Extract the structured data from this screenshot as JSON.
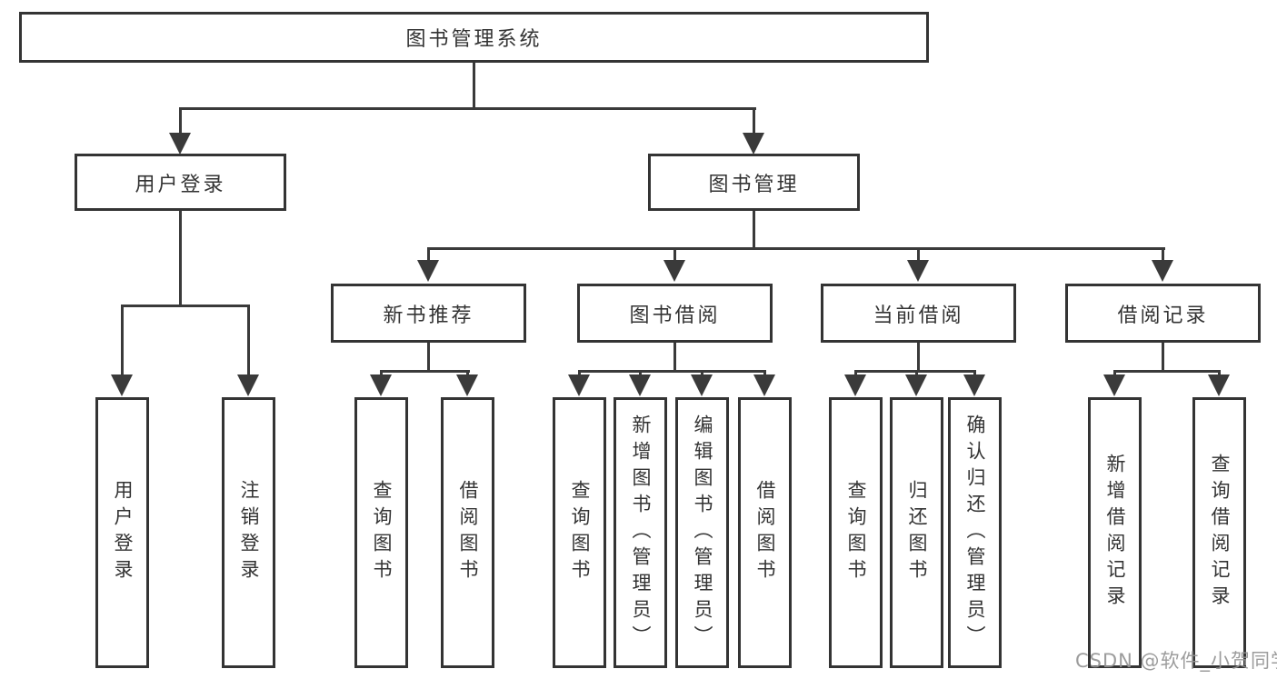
{
  "diagram": {
    "root": {
      "label": "图书管理系统"
    },
    "branches": [
      {
        "label": "用户登录",
        "children": [
          {
            "label": "用户登录"
          },
          {
            "label": "注销登录"
          }
        ]
      },
      {
        "label": "图书管理",
        "children": [
          {
            "label": "新书推荐",
            "children": [
              {
                "label": "查询图书"
              },
              {
                "label": "借阅图书"
              }
            ]
          },
          {
            "label": "图书借阅",
            "children": [
              {
                "label": "查询图书"
              },
              {
                "label": "新增图书（管理员）"
              },
              {
                "label": "编辑图书（管理员）"
              },
              {
                "label": "借阅图书"
              }
            ]
          },
          {
            "label": "当前借阅",
            "children": [
              {
                "label": "查询图书"
              },
              {
                "label": "归还图书"
              },
              {
                "label": "确认归还（管理员）"
              }
            ]
          },
          {
            "label": "借阅记录",
            "children": [
              {
                "label": "新增借阅记录"
              },
              {
                "label": "查询借阅记录"
              }
            ]
          }
        ]
      }
    ]
  },
  "watermark": {
    "text": "CSDN @软件_小贺同学"
  },
  "colors": {
    "line": "#3a3a3a",
    "border": "#343434",
    "text": "#333333",
    "watermark": "#949494",
    "background": "#ffffff"
  }
}
